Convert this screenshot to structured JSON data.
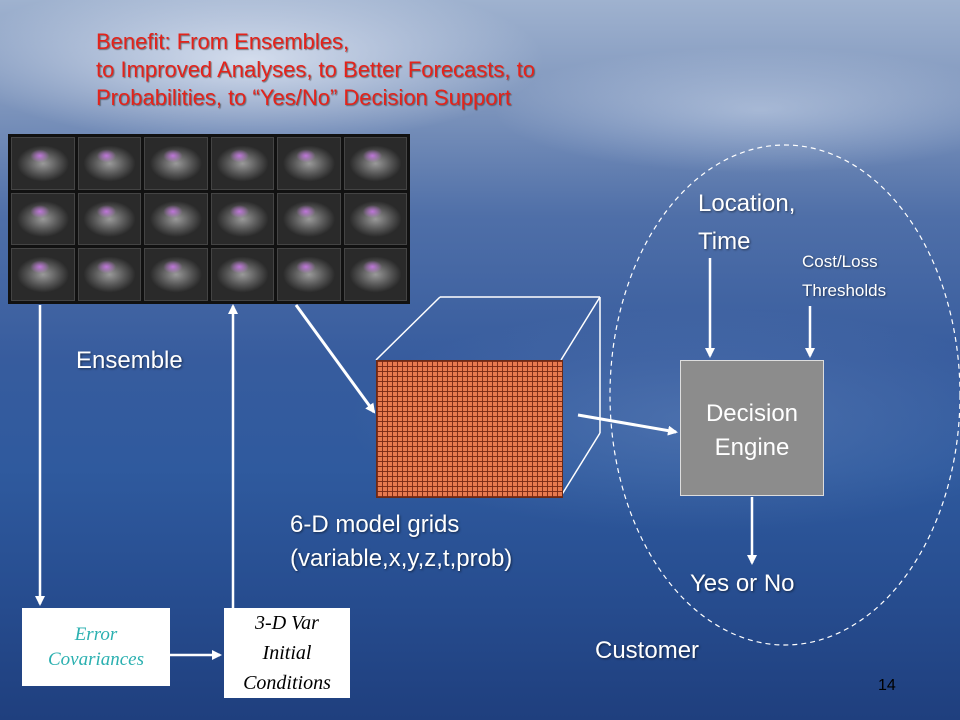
{
  "headline": {
    "line1": "Benefit: From  Ensembles,",
    "line2": "to Improved Analyses, to Better Forecasts, to",
    "line3": "Probabilities,  to “Yes/No” Decision Support"
  },
  "ensemble_label": "Ensemble",
  "grid_caption": {
    "line1": "6-D model grids",
    "line2": "(variable,x,y,z,t,prob)"
  },
  "location_time": {
    "line1": "Location,",
    "line2": "Time"
  },
  "cost_loss": {
    "line1": "Cost/Loss",
    "line2": "Thresholds"
  },
  "decision_engine": {
    "line1": "Decision",
    "line2": "Engine"
  },
  "yes_no": "Yes or No",
  "customer": "Customer",
  "error_covariances": {
    "line1": "Error",
    "line2": "Covariances"
  },
  "var_initial": {
    "line1": "3-D Var",
    "line2": "Initial",
    "line3": "Conditions"
  },
  "page_number": "14",
  "colors": {
    "headline": "#e3231b",
    "cube": "#e87a4f",
    "decision_box": "#8c8c8c",
    "error_text": "#2bb0b0"
  }
}
